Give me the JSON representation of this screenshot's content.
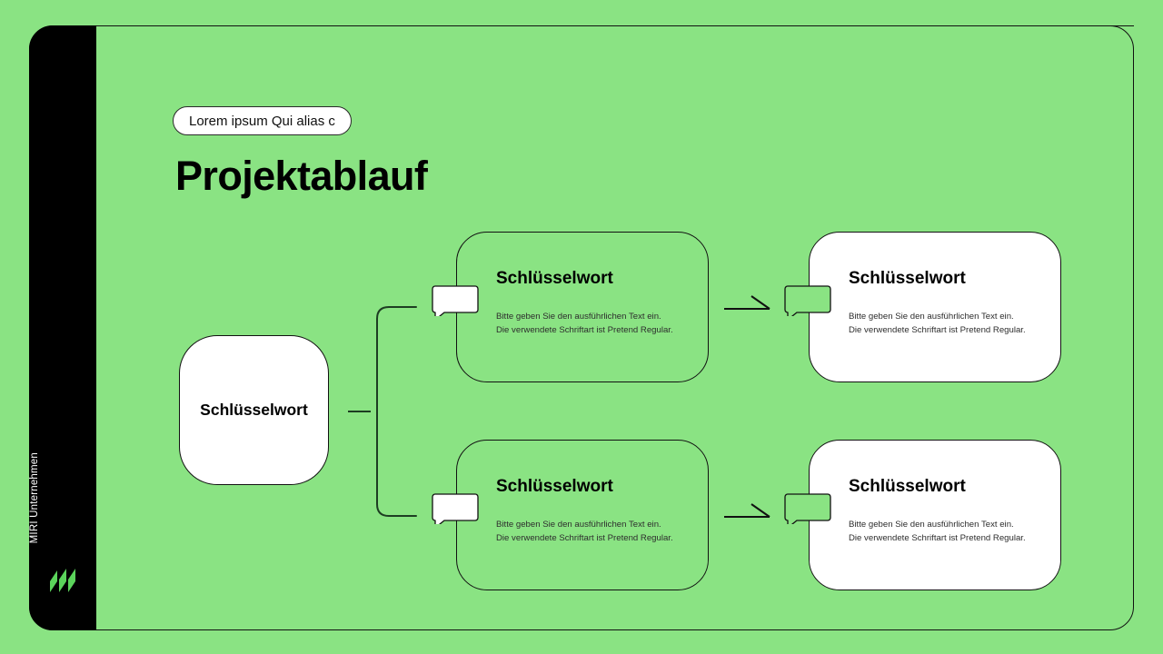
{
  "theme": {
    "background_green": "#8ae383",
    "sidebar_black": "#000000",
    "card_white": "#ffffff",
    "outline_black": "#111111",
    "logo_green": "#5bd45b"
  },
  "sidebar": {
    "brand_label": "MIRI Unternehmen",
    "logo_name": "miri-logo-mark"
  },
  "header": {
    "pill_label": "Lorem ipsum Qui alias c",
    "title": "Projektablauf"
  },
  "root_node": {
    "label": "Schlüsselwort"
  },
  "cards": [
    {
      "id": "row1-step1",
      "title": "Schlüsselwort",
      "body_line1": "Bitte geben Sie den ausführlichen Text ein.",
      "body_line2": "Die verwendete Schriftart ist Pretend Regular.",
      "style": "outline",
      "bubble_fill": "#ffffff"
    },
    {
      "id": "row1-step2",
      "title": "Schlüsselwort",
      "body_line1": "Bitte geben Sie den ausführlichen Text ein.",
      "body_line2": "Die verwendete Schriftart ist Pretend Regular.",
      "style": "filled",
      "bubble_fill": "#8ae383"
    },
    {
      "id": "row2-step1",
      "title": "Schlüsselwort",
      "body_line1": "Bitte geben Sie den ausführlichen Text ein.",
      "body_line2": "Die verwendete Schriftart ist Pretend Regular.",
      "style": "outline",
      "bubble_fill": "#ffffff"
    },
    {
      "id": "row2-step2",
      "title": "Schlüsselwort",
      "body_line1": "Bitte geben Sie den ausführlichen Text ein.",
      "body_line2": "Die verwendete Schriftart ist Pretend Regular.",
      "style": "filled",
      "bubble_fill": "#8ae383"
    }
  ],
  "connectors": {
    "root_stub_name": "root-to-bracket-dash",
    "bracket_name": "split-bracket",
    "arrow1_name": "arrow-row1",
    "arrow2_name": "arrow-row2"
  }
}
